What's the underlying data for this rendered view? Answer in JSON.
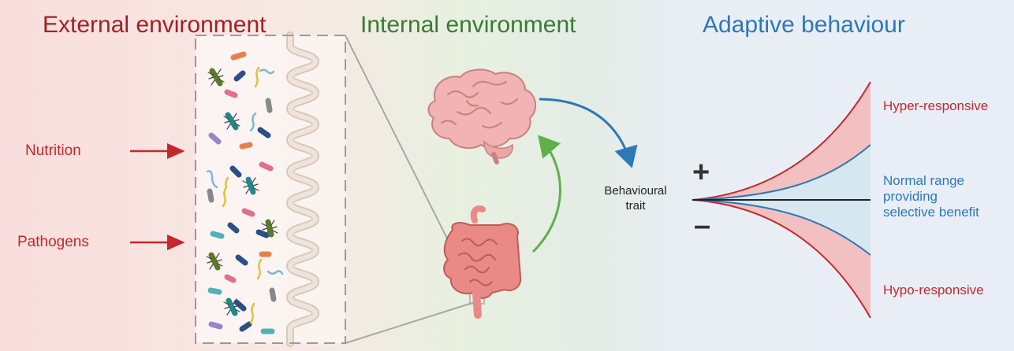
{
  "headings": {
    "external": "External environment",
    "internal": "Internal environment",
    "adaptive": "Adaptive behaviour"
  },
  "inputs": {
    "nutrition": "Nutrition",
    "pathogens": "Pathogens"
  },
  "trait": {
    "line1": "Behavioural",
    "line2": "trait",
    "plus": "+",
    "minus": "–"
  },
  "responses": {
    "hyper": "Hyper-responsive",
    "normal_line1": "Normal range",
    "normal_line2": "providing",
    "normal_line3": "selective benefit",
    "hypo": "Hypo-responsive"
  },
  "colors": {
    "external": "#a31f24",
    "internal": "#3b7a35",
    "adaptive": "#2d78b7",
    "hyper_hypo": "#c4272c",
    "normal": "#2d78b7",
    "arrow_brain_to_trait": "#2d78b7",
    "arrow_gut_to_brain": "#5fb04a"
  },
  "icons": [
    "brain-icon",
    "intestine-icon",
    "microbe-icon",
    "villi-icon"
  ]
}
